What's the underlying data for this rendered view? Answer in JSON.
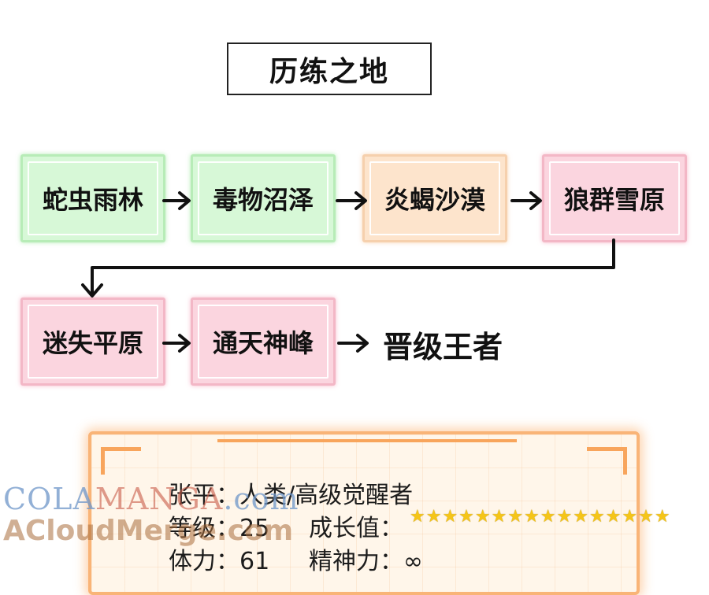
{
  "title": "历练之地",
  "nodes": [
    {
      "label": "蛇虫雨林",
      "color": "green"
    },
    {
      "label": "毒物沼泽",
      "color": "green"
    },
    {
      "label": "炎蝎沙漠",
      "color": "peach"
    },
    {
      "label": "狼群雪原",
      "color": "pink"
    },
    {
      "label": "迷失平原",
      "color": "pink"
    },
    {
      "label": "通天神峰",
      "color": "pink"
    }
  ],
  "final": "晋级王者",
  "status_panel": {
    "line1": "张平：人类/高级觉醒者",
    "level": "等级：25",
    "growth_label": "成长值：",
    "growth_stars": "★★★★★★★★★★★★★★★★",
    "stamina": "体力：61",
    "spirit": "精神力：∞"
  },
  "watermark": {
    "line1_a": "COLA",
    "line1_b": "MANGA",
    "line1_c": ".com",
    "line2": "ACloudMerge.com"
  },
  "colors": {
    "green": "#d7f8d7",
    "peach": "#fde4cc",
    "pink": "#fbd5df",
    "panel_border": "#f9b477"
  }
}
